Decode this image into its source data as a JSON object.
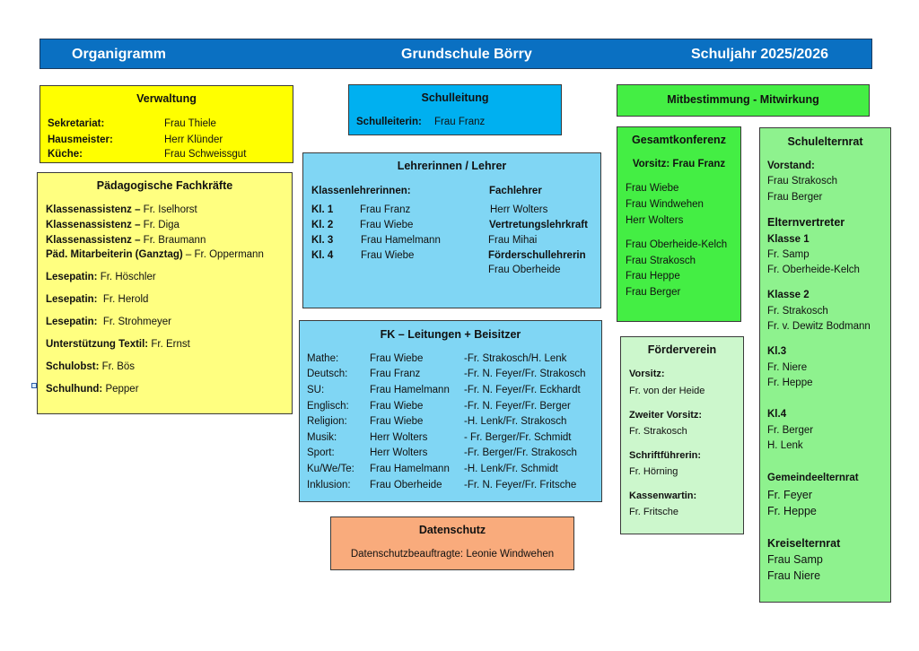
{
  "header": {
    "left": "Organigramm",
    "center": "Grundschule Börry",
    "right": "Schuljahr 2025/2026"
  },
  "verwaltung": {
    "title": "Verwaltung",
    "rows": [
      {
        "label": "Sekretariat:",
        "value": "Frau Thiele"
      },
      {
        "label": "Hausmeister:",
        "value": "Herr Klünder"
      },
      {
        "label": "Küche:",
        "value": "Frau Schweissgut"
      }
    ]
  },
  "paedagogische": {
    "title": "Pädagogische Fachkräfte",
    "rows": [
      {
        "label": "Klassenassistenz –",
        "value": " Fr. Iselhorst"
      },
      {
        "label": "Klassenassistenz –",
        "value": " Fr. Diga"
      },
      {
        "label": "Klassenassistenz –",
        "value": " Fr. Braumann"
      },
      {
        "label": "Päd. Mitarbeiterin (Ganztag)",
        "value": " – Fr. Oppermann"
      },
      {
        "label": "Lesepatin:",
        "value": " Fr. Höschler"
      },
      {
        "label": "Lesepatin:",
        "value": "  Fr. Herold"
      },
      {
        "label": "Lesepatin:",
        "value": "  Fr. Strohmeyer"
      },
      {
        "label": "Unterstützung Textil:",
        "value": " Fr. Ernst"
      },
      {
        "label": "Schulobst:",
        "value": " Fr. Bös"
      },
      {
        "label": "Schulhund:",
        "value": " Pepper"
      }
    ]
  },
  "schulleitung": {
    "title": "Schulleitung",
    "label": "Schulleiterin:",
    "value": "Frau Franz"
  },
  "lehrer": {
    "title": "Lehrerinnen / Lehrer",
    "klassen_heading": "Klassenlehrerinnen:",
    "klassen": [
      {
        "label": "Kl. 1",
        "value": "Frau Franz"
      },
      {
        "label": "Kl. 2",
        "value": "Frau Wiebe"
      },
      {
        "label": "Kl. 3",
        "value": "Frau Hamelmann"
      },
      {
        "label": "Kl. 4",
        "value": "Frau Wiebe"
      }
    ],
    "fach_heading": "Fachlehrer",
    "fach_value": "Herr Wolters",
    "vertretung_heading": "Vertretungslehrkraft",
    "vertretung_value": "Frau Mihai",
    "foerder_heading": "Förderschullehrerin",
    "foerder_value": "Frau Oberheide"
  },
  "fk": {
    "title": "FK – Leitungen + Beisitzer",
    "rows": [
      {
        "subject": "Mathe:",
        "lead": "Frau Wiebe",
        "members": "-Fr. Strakosch/H. Lenk"
      },
      {
        "subject": "Deutsch:",
        "lead": "Frau Franz",
        "members": "-Fr. N. Feyer/Fr. Strakosch"
      },
      {
        "subject": "SU:",
        "lead": "Frau Hamelmann",
        "members": "-Fr. N. Feyer/Fr. Eckhardt"
      },
      {
        "subject": "Englisch:",
        "lead": "Frau Wiebe",
        "members": "-Fr. N. Feyer/Fr. Berger"
      },
      {
        "subject": "Religion:",
        "lead": "Frau Wiebe",
        "members": "-H. Lenk/Fr. Strakosch"
      },
      {
        "subject": "Musik:",
        "lead": "Herr Wolters",
        "members": "- Fr. Berger/Fr. Schmidt"
      },
      {
        "subject": "Sport:",
        "lead": "Herr Wolters",
        "members": "-Fr. Berger/Fr. Strakosch"
      },
      {
        "subject": "Ku/We/Te:",
        "lead": "Frau Hamelmann",
        "members": "-H. Lenk/Fr. Schmidt"
      },
      {
        "subject": "Inklusion:",
        "lead": "Frau Oberheide",
        "members": "-Fr. N. Feyer/Fr. Fritsche"
      }
    ]
  },
  "datenschutz": {
    "title": "Datenschutz",
    "text": "Datenschutzbeauftragte: Leonie Windwehen"
  },
  "mitbestimmung": {
    "title": "Mitbestimmung - Mitwirkung"
  },
  "gesamtkonferenz": {
    "title": "Gesamtkonferenz",
    "vorsitz": "Vorsitz: Frau Franz",
    "members_a": [
      "Frau Wiebe",
      "Frau Windwehen",
      "Herr Wolters"
    ],
    "members_b": [
      "Frau Oberheide-Kelch",
      "Frau Strakosch",
      "Frau Heppe",
      "Frau Berger"
    ]
  },
  "foerderverein": {
    "title": "Förderverein",
    "entries": [
      {
        "label": "Vorsitz:",
        "value": "Fr. von der Heide"
      },
      {
        "label": "Zweiter Vorsitz:",
        "value": "Fr. Strakosch"
      },
      {
        "label": "Schriftführerin:",
        "value": "Fr. Hörning"
      },
      {
        "label": "Kassenwartin:",
        "value": "Fr. Fritsche"
      }
    ]
  },
  "schulelternrat": {
    "title": "Schulelternrat",
    "vorstand_label": "Vorstand:",
    "vorstand": [
      "Frau Strakosch",
      "Frau Berger"
    ],
    "elternvertreter_label": "Elternvertreter",
    "klassen": [
      {
        "label": "Klasse 1",
        "members": [
          "Fr. Samp",
          "Fr. Oberheide-Kelch"
        ]
      },
      {
        "label": "Klasse 2",
        "members": [
          "Fr. Strakosch",
          "Fr. v. Dewitz Bodmann"
        ]
      },
      {
        "label": "Kl.3",
        "members": [
          "Fr. Niere",
          "Fr. Heppe"
        ]
      },
      {
        "label": "Kl.4",
        "members": [
          "Fr. Berger",
          "H. Lenk"
        ]
      }
    ],
    "gemeinde_label": "Gemeindeelternrat",
    "gemeinde": [
      "Fr. Feyer",
      "Fr. Heppe"
    ],
    "kreis_label": "Kreiselternrat",
    "kreis": [
      "Frau Samp",
      "Frau Niere"
    ]
  }
}
